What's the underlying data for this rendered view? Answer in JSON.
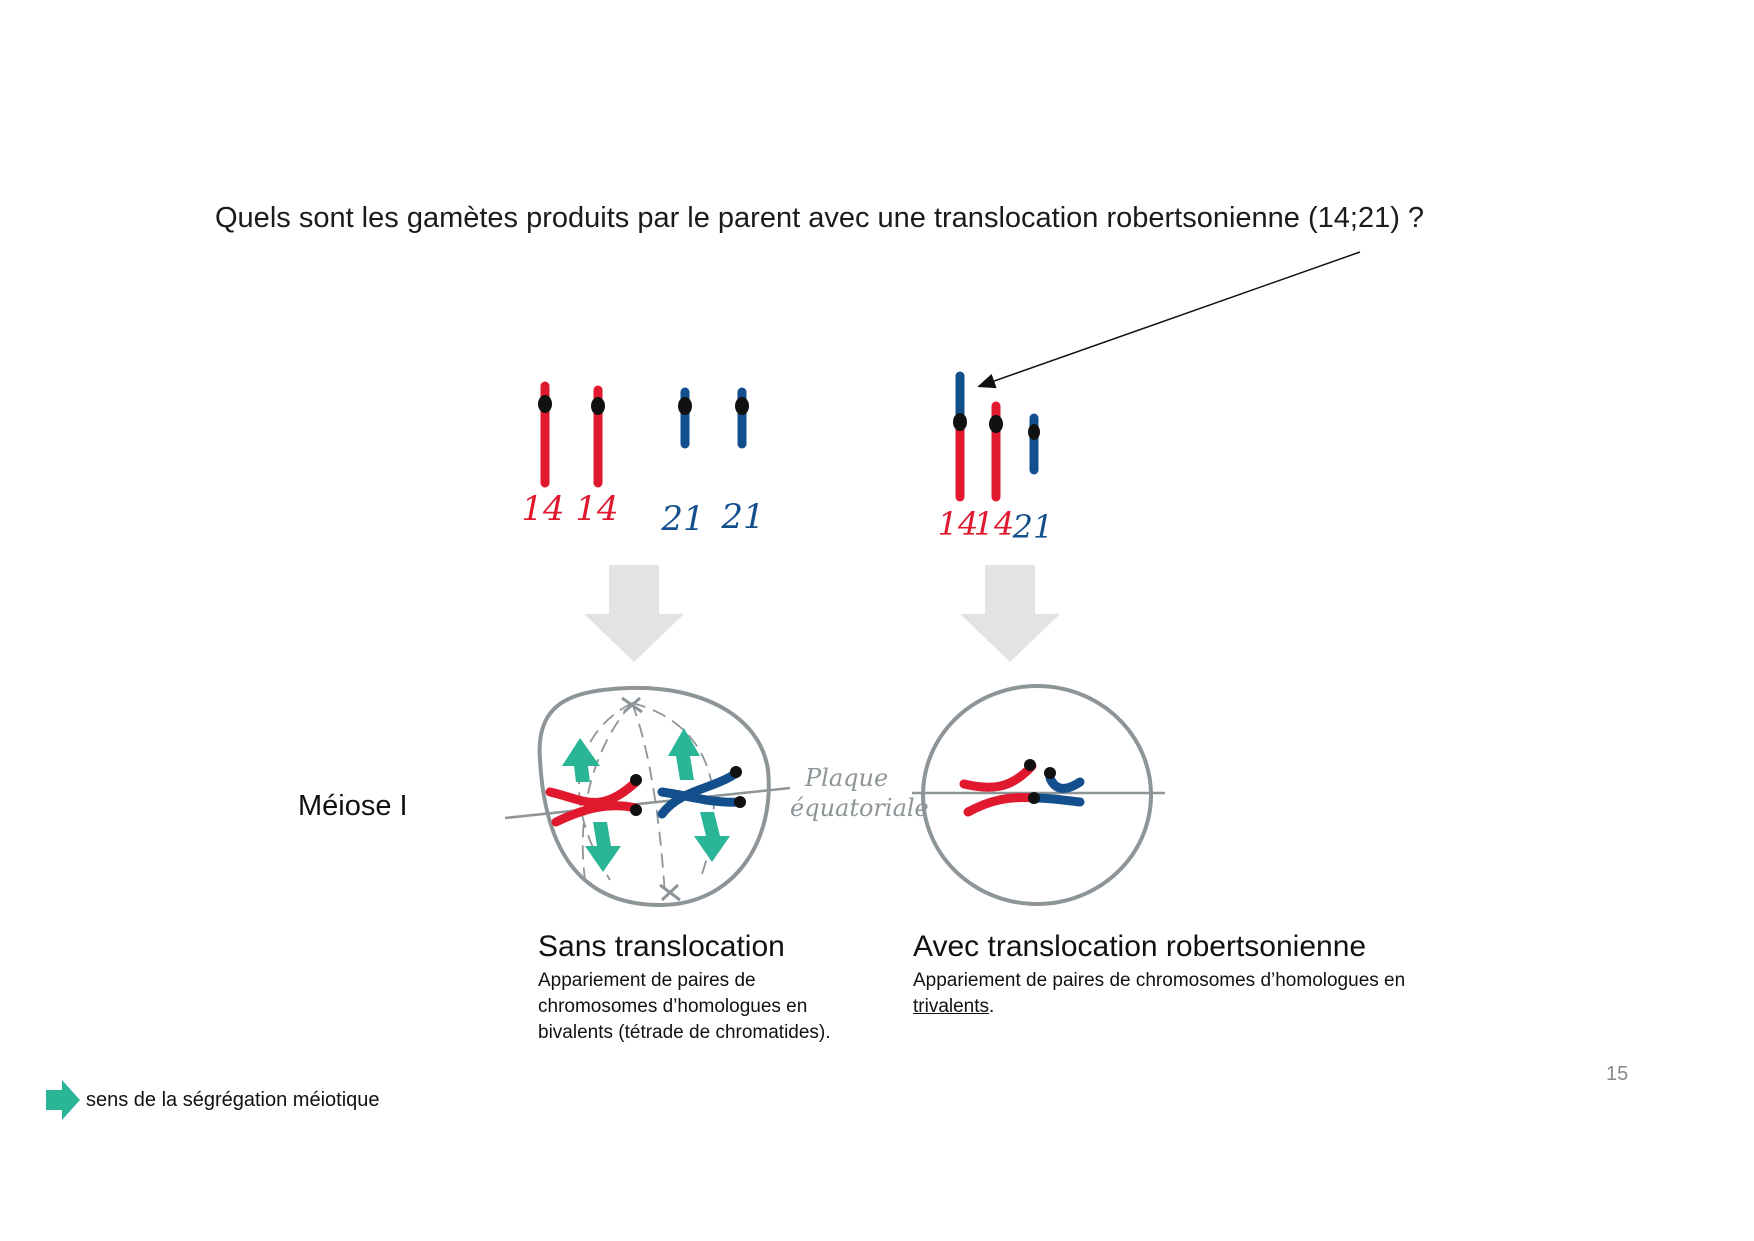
{
  "question": "Quels sont les gamètes produits par le parent avec une translocation robertsonienne (14;21) ?",
  "meiosis_label": "Méiose I",
  "chromosome_labels": {
    "normal": [
      "14",
      "14",
      "21",
      "21"
    ],
    "translocation": [
      "14",
      "14",
      "21"
    ]
  },
  "plate_label": {
    "line1": "Plaque",
    "line2": "équatoriale"
  },
  "panel_left": {
    "title": "Sans translocation",
    "description": "Appariement de paires de chromosomes d’homologues en bivalents (tétrade de chromatides)."
  },
  "panel_right": {
    "title": "Avec translocation robertsonienne",
    "description_prefix": "Appariement de paires de chromosomes d’homologues en ",
    "description_underlined": "trivalents",
    "description_suffix": "."
  },
  "legend": {
    "text": "sens de la ségrégation méiotique",
    "icon": "teal-arrow-icon"
  },
  "page_number": "15",
  "colors": {
    "chr14": "#e0192f",
    "chr21": "#134f8c",
    "centromere": "#111111",
    "arrow_teal": "#2ab596",
    "block_arrow": "#e3e3e3",
    "cell_outline": "#8e9599"
  }
}
